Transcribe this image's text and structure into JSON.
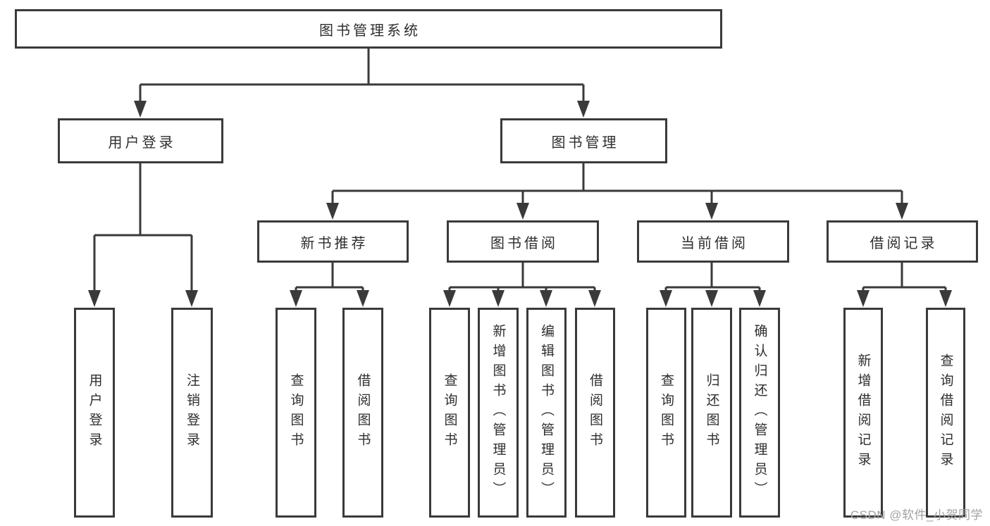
{
  "nodes": {
    "root": {
      "label": "图书管理系统"
    },
    "level2": [
      {
        "id": "user-login",
        "label": "用户登录",
        "parent": "图书管理系统"
      },
      {
        "id": "book-management",
        "label": "图书管理",
        "parent": "图书管理系统"
      }
    ],
    "level3": [
      {
        "id": "new-book-recommend",
        "label": "新书推荐",
        "parent": "图书管理"
      },
      {
        "id": "book-borrow",
        "label": "图书借阅",
        "parent": "图书管理"
      },
      {
        "id": "current-borrow",
        "label": "当前借阅",
        "parent": "图书管理"
      },
      {
        "id": "borrow-records",
        "label": "借阅记录",
        "parent": "图书管理"
      }
    ],
    "leaves": [
      {
        "label": "用户登录",
        "parent": "用户登录"
      },
      {
        "label": "注销登录",
        "parent": "用户登录"
      },
      {
        "label": "查询图书",
        "parent": "新书推荐"
      },
      {
        "label": "借阅图书",
        "parent": "新书推荐"
      },
      {
        "label": "查询图书",
        "parent": "图书借阅"
      },
      {
        "label": "新增图书（管理员）",
        "parent": "图书借阅"
      },
      {
        "label": "编辑图书（管理员）",
        "parent": "图书借阅"
      },
      {
        "label": "借阅图书",
        "parent": "图书借阅"
      },
      {
        "label": "查询图书",
        "parent": "当前借阅"
      },
      {
        "label": "归还图书",
        "parent": "当前借阅"
      },
      {
        "label": "确认归还（管理员）",
        "parent": "当前借阅"
      },
      {
        "label": "新增借阅记录",
        "parent": "借阅记录"
      },
      {
        "label": "查询借阅记录",
        "parent": "借阅记录"
      }
    ]
  },
  "watermark": "CSDN @软件_小贺同学",
  "colors": {
    "line": "#3a3a3a",
    "text": "#2e2e2e",
    "background": "#ffffff",
    "watermark": "#a2a2a2"
  }
}
